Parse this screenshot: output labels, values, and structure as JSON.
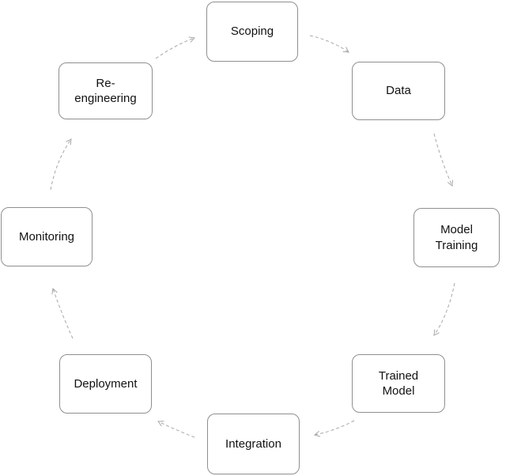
{
  "diagram": {
    "type": "cycle-flowchart",
    "nodes": [
      {
        "id": "scoping",
        "label": "Scoping"
      },
      {
        "id": "data",
        "label": "Data"
      },
      {
        "id": "model-training",
        "label": "Model\nTraining"
      },
      {
        "id": "trained-model",
        "label": "Trained\nModel"
      },
      {
        "id": "integration",
        "label": "Integration"
      },
      {
        "id": "deployment",
        "label": "Deployment"
      },
      {
        "id": "monitoring",
        "label": "Monitoring"
      },
      {
        "id": "re-engineering",
        "label": "Re-\nengineering"
      }
    ],
    "edges": [
      {
        "from": "Scoping",
        "to": "Data"
      },
      {
        "from": "Data",
        "to": "Model Training"
      },
      {
        "from": "Model Training",
        "to": "Trained Model"
      },
      {
        "from": "Trained Model",
        "to": "Integration"
      },
      {
        "from": "Integration",
        "to": "Deployment"
      },
      {
        "from": "Deployment",
        "to": "Monitoring"
      },
      {
        "from": "Monitoring",
        "to": "Re-engineering"
      },
      {
        "from": "Re-engineering",
        "to": "Scoping"
      }
    ],
    "colors": {
      "background": "#ffffff",
      "node_fill": "#ffffff",
      "node_border": "#8f8f8f",
      "node_text": "#111111",
      "arrow": "#a8a8a8"
    }
  }
}
